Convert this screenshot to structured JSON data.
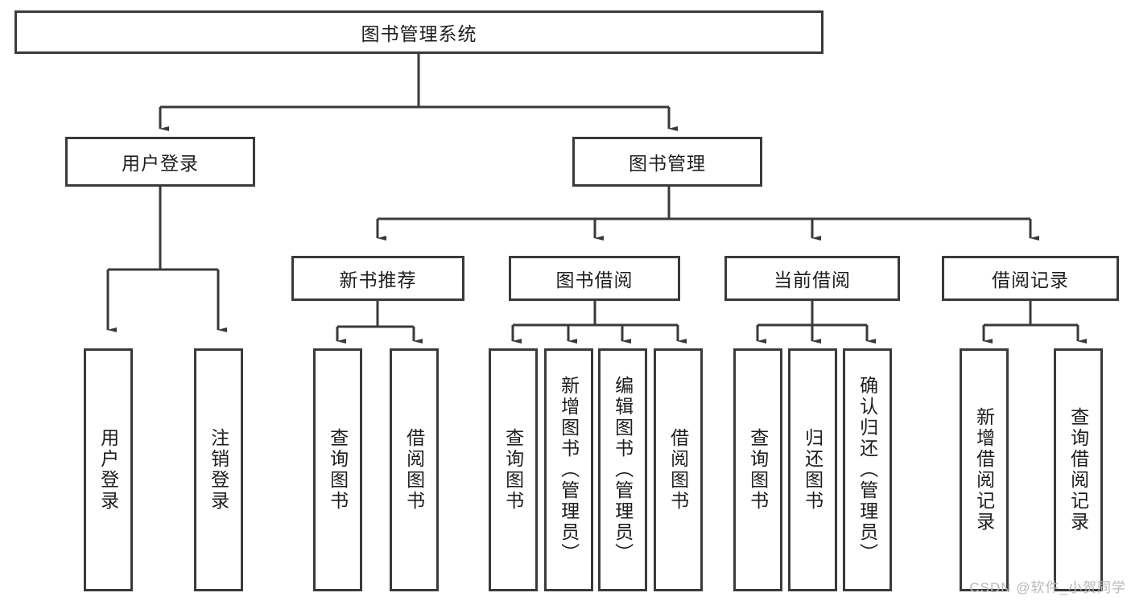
{
  "diagram": {
    "title": "图书管理系统",
    "type": "tree-hierarchy",
    "root": {
      "label": "图书管理系统"
    },
    "level2": [
      {
        "label": "用户登录"
      },
      {
        "label": "图书管理"
      }
    ],
    "level3": [
      {
        "label": "新书推荐"
      },
      {
        "label": "图书借阅"
      },
      {
        "label": "当前借阅"
      },
      {
        "label": "借阅记录"
      }
    ],
    "leaves": {
      "user_login": [
        {
          "label": "用户登录"
        },
        {
          "label": "注销登录"
        }
      ],
      "new_book_recommend": [
        {
          "label": "查询图书"
        },
        {
          "label": "借阅图书"
        }
      ],
      "book_borrow": [
        {
          "label": "查询图书"
        },
        {
          "label": "新增图书（管理员）"
        },
        {
          "label": "编辑图书（管理员）"
        },
        {
          "label": "借阅图书"
        }
      ],
      "current_borrow": [
        {
          "label": "查询图书"
        },
        {
          "label": "归还图书"
        },
        {
          "label": "确认归还（管理员）"
        }
      ],
      "borrow_record": [
        {
          "label": "新增借阅记录"
        },
        {
          "label": "查询借阅记录"
        }
      ]
    }
  },
  "watermark": {
    "text": "CSDN @软件_小贺同学"
  },
  "colors": {
    "stroke": "#3a3a3a",
    "fill": "#ffffff",
    "text": "#1d1d1d",
    "watermark": "#b9b9b9"
  }
}
